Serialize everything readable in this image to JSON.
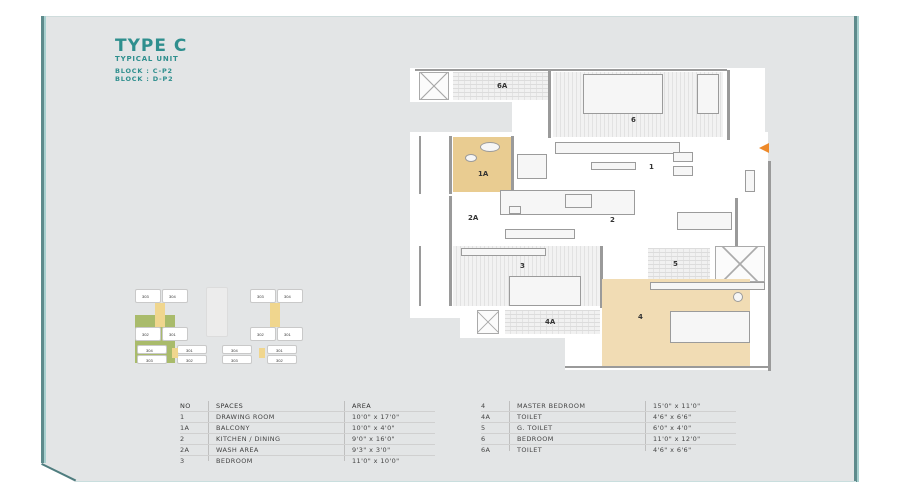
{
  "header": {
    "title": "TYPE C",
    "subtitle": "TYPICAL UNIT",
    "blocks": [
      "BLOCK : C-P2",
      "BLOCK : D-P2"
    ]
  },
  "floor_plan": {
    "labels": {
      "r1": "1",
      "r1a": "1A",
      "r2": "2",
      "r2a": "2A",
      "r3": "3",
      "r4": "4",
      "r4a": "4A",
      "r5": "5",
      "r6": "6",
      "r6a": "6A"
    },
    "entry_marker_color": "#ee8a2a",
    "highlight_colors": {
      "balcony": "#e9cc91",
      "master_bedroom": "#f1dcb4"
    }
  },
  "key_plan": {
    "units_top_left": [
      "303",
      "304",
      "302",
      "301"
    ],
    "units_top_right": [
      "303",
      "304",
      "302",
      "301"
    ],
    "units_bottom": [
      "304",
      "301",
      "304",
      "301",
      "303",
      "302",
      "303",
      "302"
    ],
    "highlight_color": "#a9bb6b"
  },
  "area_table": {
    "headers": {
      "no": "NO",
      "spaces": "SPACES",
      "area": "AREA"
    },
    "left": [
      {
        "no": "1",
        "space": "DRAWING ROOM",
        "area": "10'0\" x 17'0\""
      },
      {
        "no": "1A",
        "space": "BALCONY",
        "area": "10'0\" x 4'0\""
      },
      {
        "no": "2",
        "space": "KITCHEN / DINING",
        "area": "9'0\" x 16'0\""
      },
      {
        "no": "2A",
        "space": "WASH AREA",
        "area": "9'3\" x 3'0\""
      },
      {
        "no": "3",
        "space": "BEDROOM",
        "area": "11'0\" x 10'0\""
      }
    ],
    "right": [
      {
        "no": "4",
        "space": "MASTER BEDROOM",
        "area": "15'0\" x 11'0\""
      },
      {
        "no": "4A",
        "space": "TOILET",
        "area": "4'6\" x 6'6\""
      },
      {
        "no": "5",
        "space": "G. TOILET",
        "area": "6'0\" x 4'0\""
      },
      {
        "no": "6",
        "space": "BEDROOM",
        "area": "11'0\" x 12'0\""
      },
      {
        "no": "6A",
        "space": "TOILET",
        "area": "4'6\" x 6'6\""
      }
    ]
  },
  "colors": {
    "accent": "#2f8f8e",
    "card_bg": "#e3e5e6",
    "border": "#5e8b8c"
  }
}
